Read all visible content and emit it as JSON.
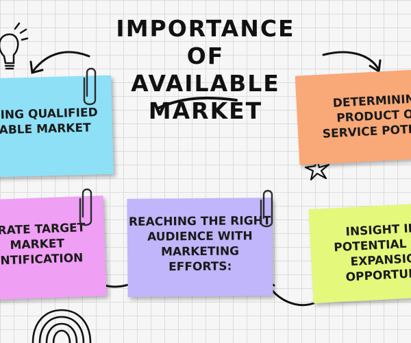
{
  "title": "IMPORTANCE OF\nAVAILABLE MARKET",
  "colors": {
    "blue": "#8ee0f7",
    "orange": "#f9a878",
    "pink": "#ef9ff4",
    "purple": "#c1b5fb",
    "lime": "#e4f87c"
  },
  "notes": [
    {
      "text": "IFYING QUALIFIED\nILABLE MARKET",
      "color": "blue"
    },
    {
      "text": "DETERMINING\nPRODUCT OR\nSERVICE POTENTI",
      "color": "orange"
    },
    {
      "text": "URATE TARGET\nMARKET\nENTIFICATION",
      "color": "pink"
    },
    {
      "text": "REACHING THE RIGHT\nAUDIENCE WITH\nMARKETING EFFORTS:",
      "color": "purple"
    },
    {
      "text": "INSIGHT IN\nPOTENTIAL MA\nEXPANSIO\nOPPORTUNI",
      "color": "lime"
    }
  ],
  "icons": [
    "lightbulb-icon",
    "paperclip-icon",
    "star-icon",
    "arrow-icon",
    "fingerprint-icon"
  ]
}
